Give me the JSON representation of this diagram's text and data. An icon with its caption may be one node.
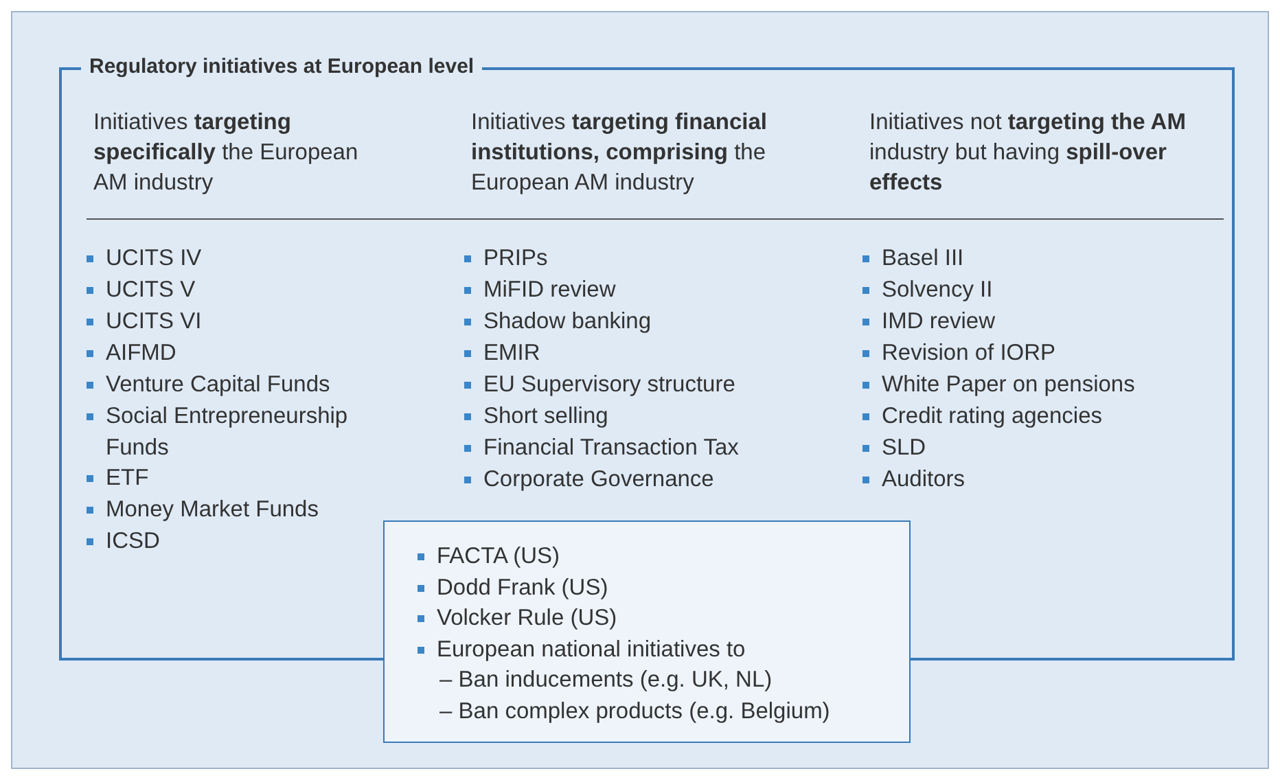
{
  "diagram": {
    "nodes": [
      {
        "text": [
          "Regulatory initiatives at European level"
        ]
      },
      {
        "text": [
          "FACTA (US)",
          "Dodd Frank (US)",
          "Volcker Rule (US)",
          "European national initiatives to",
          "– Ban inducements (e.g. UK, NL)",
          "– Ban complex products (e.g. Belgium)"
        ]
      }
    ],
    "edges": [],
    "labels": [
      "Initiatives **targeting specifically** the European AM industry",
      "Initiatives **targeting financial institutions, comprising** the European AM industry",
      "Initiatives not **targeting the AM** industry but having **spill-over effects**",
      "UCITS IV",
      "UCITS V",
      "UCITS VI",
      "AIFMD",
      "Venture Capital Funds",
      "Social Entrepreneurship Funds",
      "ETF",
      "Money Market Funds",
      "ICSD",
      "PRIPs",
      "MiFID review",
      "Shadow banking",
      "EMIR",
      "EU Supervisory structure",
      "Short selling",
      "Financial Transaction Tax",
      "Corporate Governance",
      "Basel III",
      "Solvency II",
      "IMD review",
      "Revision of IORP",
      "White Paper on pensions",
      "Credit rating agencies",
      "SLD",
      "Auditors"
    ]
  }
}
